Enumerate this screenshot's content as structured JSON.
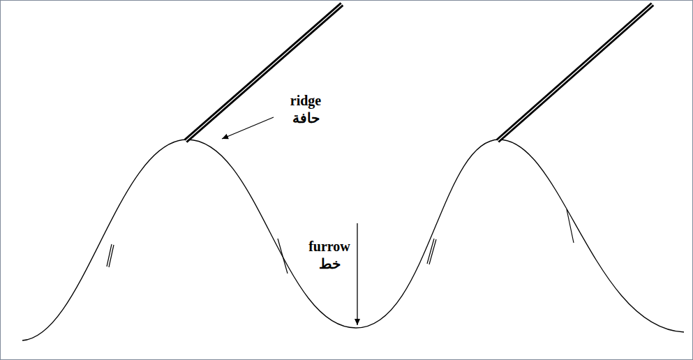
{
  "diagram": {
    "labels": [
      "ridge",
      "حافة",
      "furrow",
      "خط"
    ]
  }
}
